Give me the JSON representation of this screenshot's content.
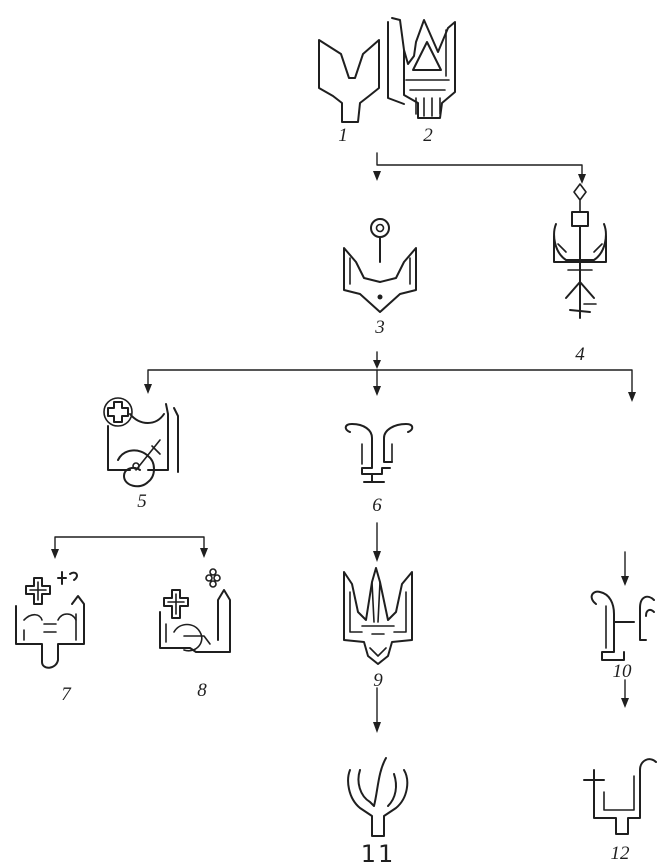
{
  "figure": {
    "labels": {
      "n1": "1",
      "n2": "2",
      "n3": "3",
      "n4": "4",
      "n5": "5",
      "n6": "6",
      "n7": "7",
      "n8": "8",
      "n9": "9",
      "n10": "10",
      "n11": "11",
      "n12": "12"
    }
  }
}
